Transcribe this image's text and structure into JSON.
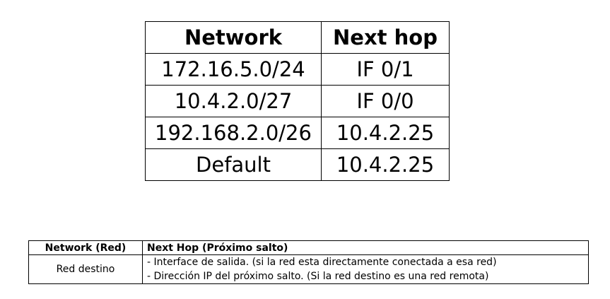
{
  "routing_table": {
    "headers": {
      "network": "Network",
      "next_hop": "Next hop"
    },
    "rows": [
      {
        "network": "172.16.5.0/24",
        "next_hop": "IF 0/1"
      },
      {
        "network": "10.4.2.0/27",
        "next_hop": "IF 0/0"
      },
      {
        "network": "192.168.2.0/26",
        "next_hop": "10.4.2.25"
      },
      {
        "network": "Default",
        "next_hop": "10.4.2.25"
      }
    ]
  },
  "legend_table": {
    "headers": {
      "network": "Network (Red)",
      "next_hop": "Next Hop (Próximo salto)"
    },
    "row": {
      "network": "Red destino",
      "next_hop_lines": [
        "- Interface de salida. (si la red esta directamente conectada a esa red)",
        "- Dirección IP del próximo salto. (Si la red destino es una red remota)"
      ]
    }
  }
}
